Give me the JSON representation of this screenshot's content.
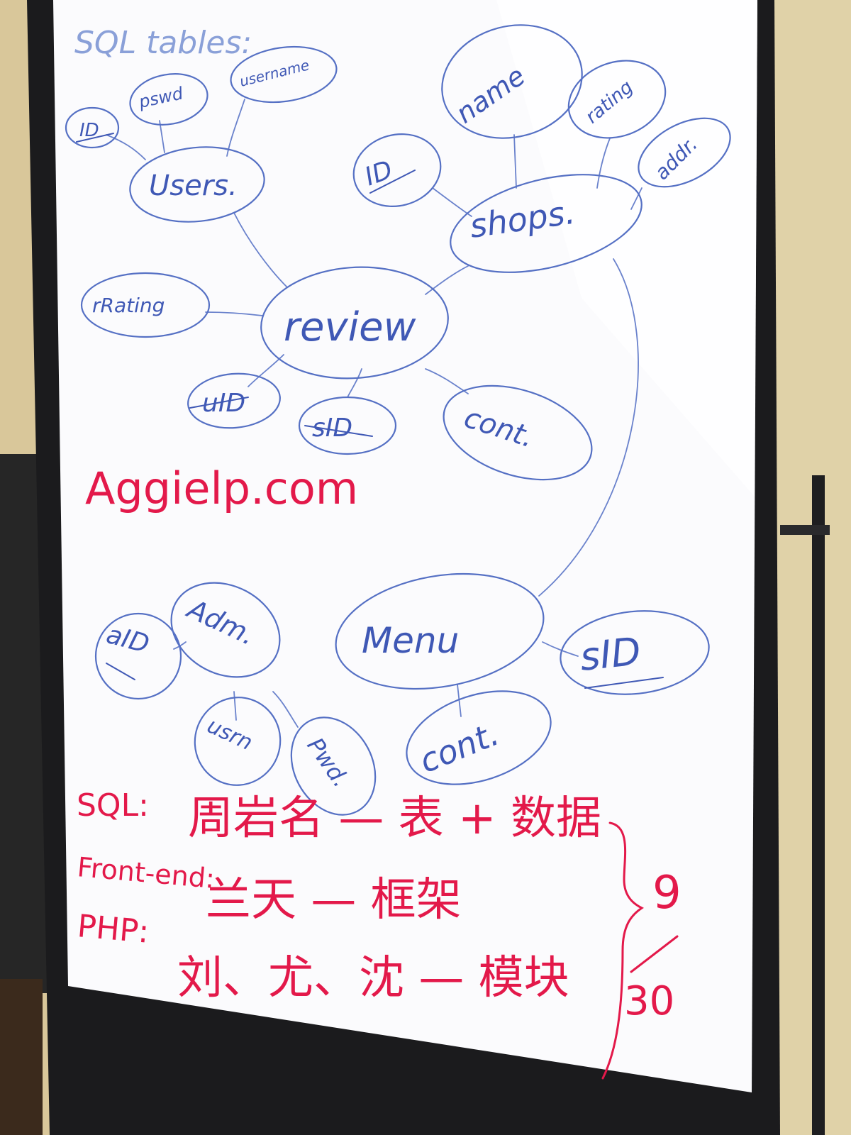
{
  "board": {
    "header": "SQL tables:",
    "colors": {
      "wall": "#d9c79a",
      "frame": "#1b1b1d",
      "board": "#fbfbfd",
      "blue_marker": "#3f58b5",
      "red_marker": "#e3194a"
    }
  },
  "entities": {
    "users": {
      "label": "Users.",
      "attrs": {
        "id": "ID",
        "pswd": "pswd",
        "username": "username"
      }
    },
    "shops": {
      "label": "shops.",
      "attrs": {
        "id": "ID",
        "name": "name",
        "rating": "rating",
        "addr": "addr."
      }
    },
    "review": {
      "label": "review",
      "attrs": {
        "rrating": "rRating",
        "uid": "uID",
        "sid": "sID",
        "cont": "cont."
      }
    },
    "adm": {
      "label": "Adm.",
      "attrs": {
        "aid": "aID",
        "usrn": "usrn",
        "pwd": "Pwd."
      }
    },
    "menu": {
      "label": "Menu",
      "attrs": {
        "sid": "sID",
        "cont": "cont."
      }
    }
  },
  "site_name": "Aggielp.com",
  "assignments": [
    {
      "role": "SQL:",
      "task": "周岩名 — 表 + 数据"
    },
    {
      "role": "Front-end:",
      "task": "兰天 — 框架"
    },
    {
      "role": "PHP:",
      "task": "刘、尤、沈 — 模块"
    }
  ],
  "deadline": {
    "month": "9",
    "day": "30"
  }
}
